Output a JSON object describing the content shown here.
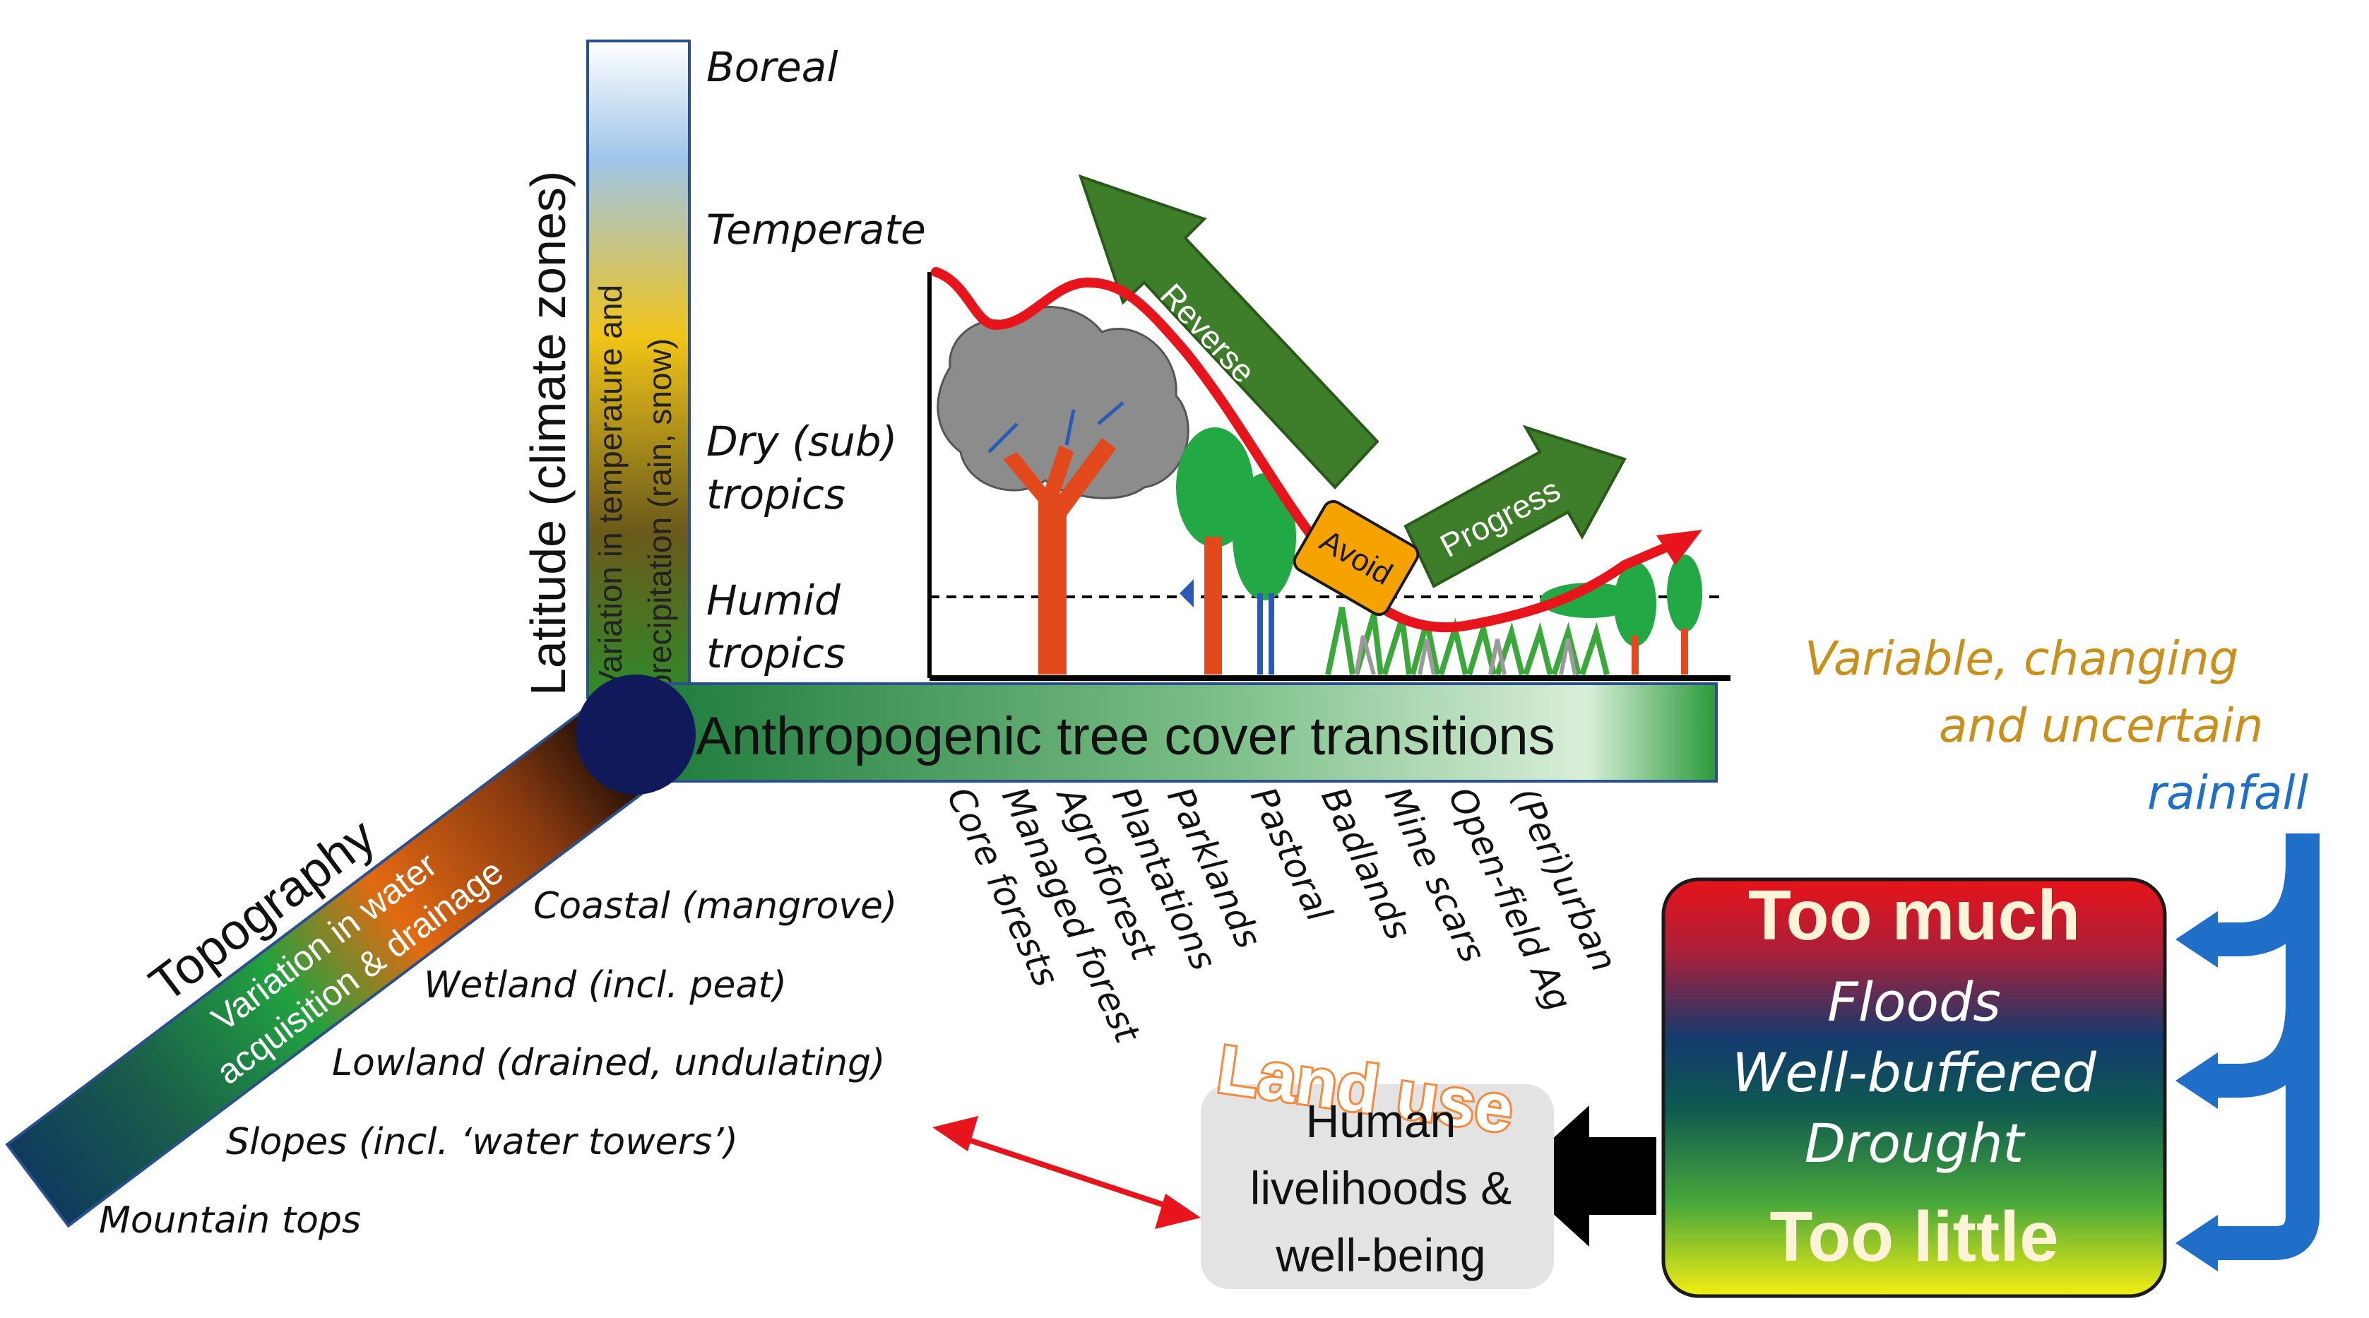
{
  "latitude": {
    "axis_label": "Latitude (climate zones)",
    "bar_label": [
      "Variation in temperature and",
      "precipitation (rain, snow)"
    ],
    "zones": [
      "Boreal",
      "Temperate",
      "Dry (sub)",
      "tropics",
      "Humid",
      "tropics"
    ]
  },
  "topography": {
    "axis_label": "Topography",
    "bar_label": [
      "Variation in water",
      "acquisition & drainage"
    ],
    "landscapes": [
      "Coastal (mangrove)",
      "Wetland (incl. peat)",
      "Lowland (drained, undulating)",
      "Slopes (incl. ‘water towers’)",
      "Mountain tops"
    ]
  },
  "transitions": {
    "bar_label": "Anthropogenic tree cover transitions",
    "stages": [
      "Core forests",
      "Managed forest",
      "Agroforest",
      "Plantations",
      "Parklands",
      "Pastoral",
      "Badlands",
      "Mine scars",
      "Open-field Ag",
      "(Peri)urban"
    ],
    "arrows": {
      "reverse": "Reverse",
      "avoid": "Avoid",
      "progress": "Progress"
    }
  },
  "rainfall": {
    "caption": [
      "Variable, changing",
      "and uncertain"
    ],
    "caption_end": "rainfall",
    "box": [
      "Too much",
      "Floods",
      "Well-buffered",
      "Drought",
      "Too little"
    ]
  },
  "land_use": {
    "title": "Land use",
    "box": [
      "Human",
      "livelihoods &",
      "well-being"
    ]
  },
  "colors": {
    "arrow_green": "#3e7d2a",
    "trajectory_red": "#e8141c",
    "rain_blue": "#1f6fc8",
    "caption_gold": "#c8901a",
    "land_use_orange": "#f58a3c",
    "tree_trunk": "#e24a1e",
    "tree_gray": "#8c8c8c",
    "tree_green": "#22a845"
  }
}
